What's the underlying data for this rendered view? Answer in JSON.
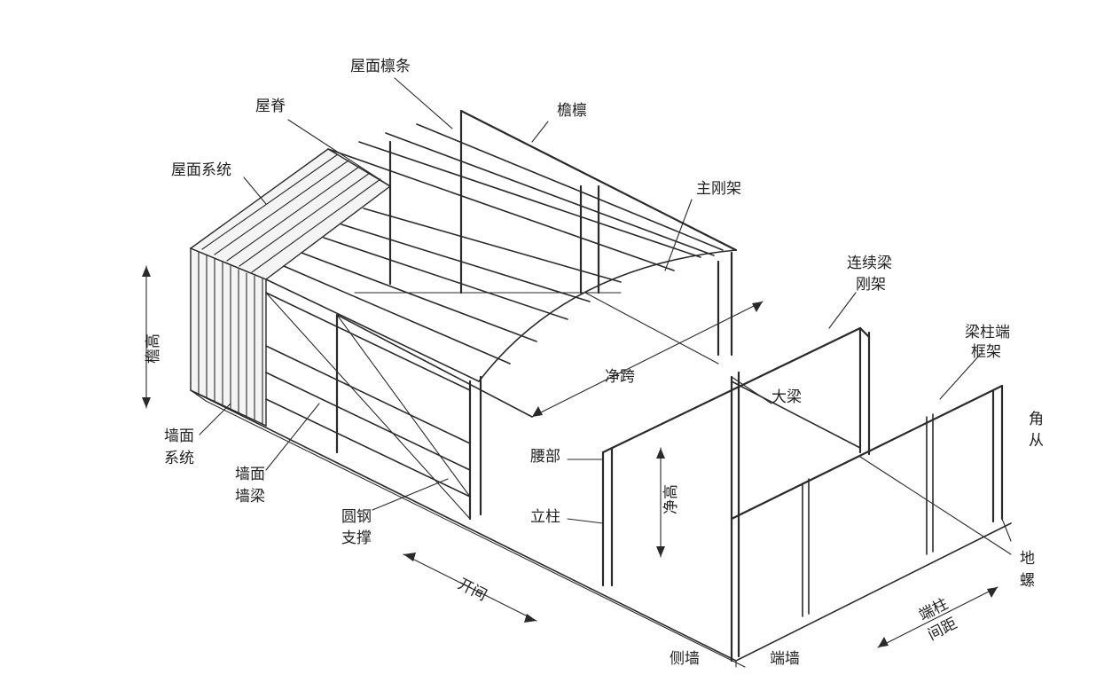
{
  "labels": {
    "roof_purlin": "屋面檩条",
    "ridge": "屋脊",
    "eave_purlin": "檐檩",
    "roof_system": "屋面系统",
    "main_frame": "主刚架",
    "continuous_beam_frame_1": "连续梁",
    "continuous_beam_frame_2": "刚架",
    "beam_column_end_frame_1": "梁柱端",
    "beam_column_end_frame_2": "框架",
    "eave_height": "檐高",
    "clear_span": "净跨",
    "main_beam": "大梁",
    "haunch": "腰部",
    "wall_system_1": "墙面",
    "wall_system_2": "系统",
    "wall_girt_1": "墙面",
    "wall_girt_2": "墙梁",
    "clear_height": "净高",
    "column": "立柱",
    "rod_bracing_1": "圆钢",
    "rod_bracing_2": "支撑",
    "bay": "开间",
    "side_wall": "侧墙",
    "end_wall": "端墙",
    "end_column_spacing_1": "端柱",
    "end_column_spacing_2": "间距",
    "corner_partial_1": "角",
    "corner_partial_2": "从",
    "anchor_partial_1": "地",
    "anchor_partial_2": "螺"
  }
}
